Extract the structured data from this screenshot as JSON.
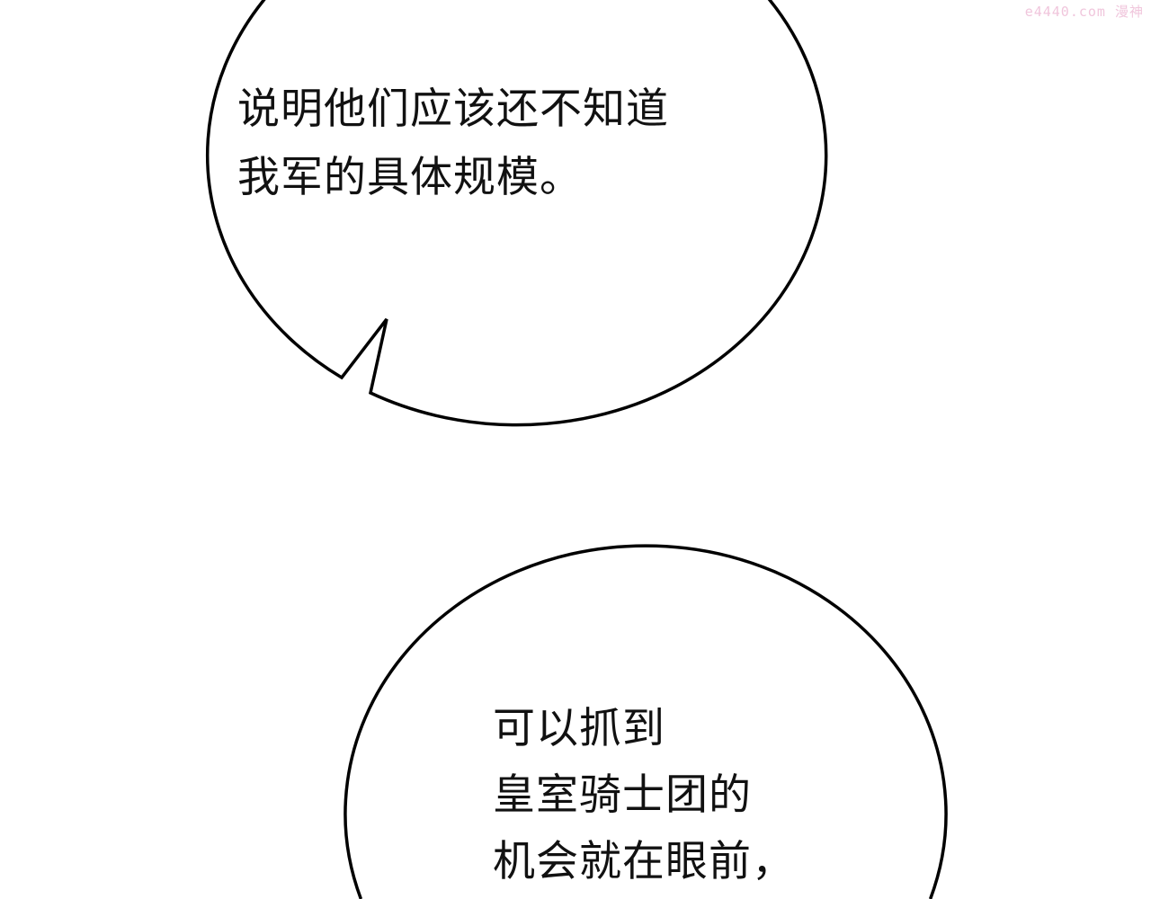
{
  "watermark": "e4440.com 漫神",
  "bubbles": [
    {
      "lines": [
        "说明他们应该还不知道",
        "我军的具体规模。"
      ]
    },
    {
      "lines": [
        "可以抓到",
        "皇室骑士团的",
        "机会就在眼前，"
      ]
    }
  ]
}
